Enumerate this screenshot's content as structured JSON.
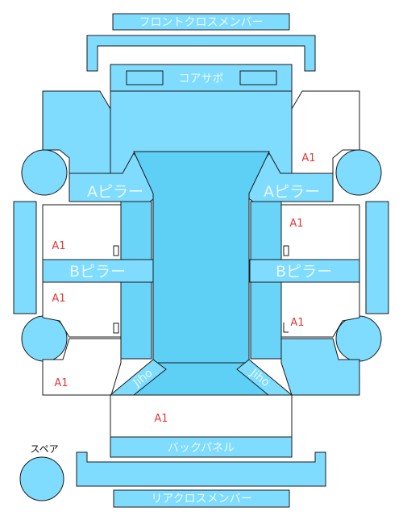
{
  "labels": {
    "front_cross_member": "フロントクロスメンバー",
    "core_support": "コアサポ",
    "a_pillar_left": "Aピラー",
    "a_pillar_right": "Aピラー",
    "b_pillar_left": "Bピラー",
    "b_pillar_right": "Bピラー",
    "back_panel": "バックパネル",
    "rear_cross_member": "リアクロスメンバー",
    "spare": "スペア",
    "rear_tag_left": "Jiho",
    "rear_tag_right": "Jiho"
  },
  "grades": {
    "front_right_fender": "A1",
    "front_right_door": "A1",
    "front_left_door": "A1",
    "rear_left_door": "A1",
    "rear_right_door": "A1",
    "rear_left_quarter": "A1",
    "trunk": "A1"
  },
  "colors": {
    "panel_light": "#7fdcff",
    "panel_mid": "#5fd0f5",
    "grade_text": "#e53935"
  }
}
